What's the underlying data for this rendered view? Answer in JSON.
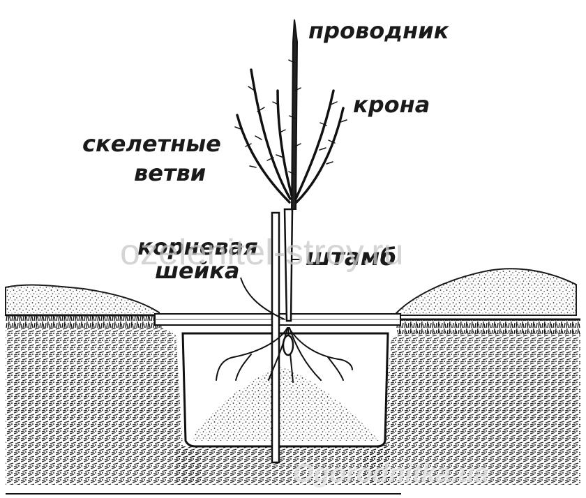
{
  "labels": {
    "leader": "проводник",
    "crown": "крона",
    "skeletal_1": "скелетные",
    "skeletal_2": "ветви",
    "root_collar_1": "корневая",
    "root_collar_2": "шейка",
    "trunk": "штамб"
  },
  "watermarks": {
    "primary": "ozelenitel-stroy.ru",
    "secondary": "Ogorodnitka.ua"
  },
  "colors": {
    "ink": "#1a1a1a",
    "watermark": "#c8c8c8",
    "paper": "#ffffff"
  }
}
